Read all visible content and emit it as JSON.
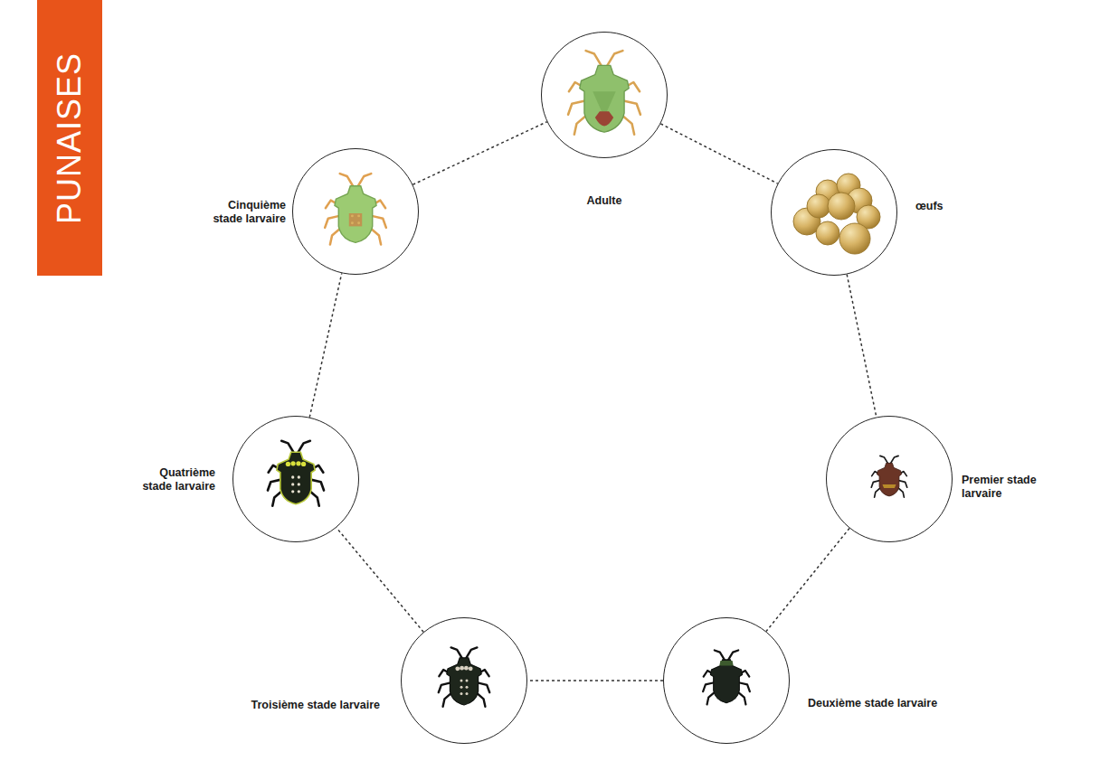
{
  "diagram": {
    "title": "PUNAISES",
    "nodes": [
      {
        "text": [
          "Adulte"
        ]
      },
      {
        "text": [
          "œufs"
        ]
      },
      {
        "text": [
          "Premier stade larvaire"
        ]
      },
      {
        "text": [
          "Deuxième stade larvaire"
        ]
      },
      {
        "text": [
          "Troisième stade larvaire"
        ]
      },
      {
        "text": [
          "Quatrième stade larvaire"
        ]
      },
      {
        "text": [
          "Cinquième stade larvaire"
        ]
      }
    ],
    "edges": [
      {
        "from": 0,
        "to": 1,
        "arrow": "none"
      },
      {
        "from": 1,
        "to": 2,
        "arrow": "none"
      },
      {
        "from": 2,
        "to": 3,
        "arrow": "none"
      },
      {
        "from": 3,
        "to": 4,
        "arrow": "none"
      },
      {
        "from": 4,
        "to": 5,
        "arrow": "none"
      },
      {
        "from": 5,
        "to": 6,
        "arrow": "none"
      },
      {
        "from": 6,
        "to": 0,
        "arrow": "none"
      }
    ]
  }
}
